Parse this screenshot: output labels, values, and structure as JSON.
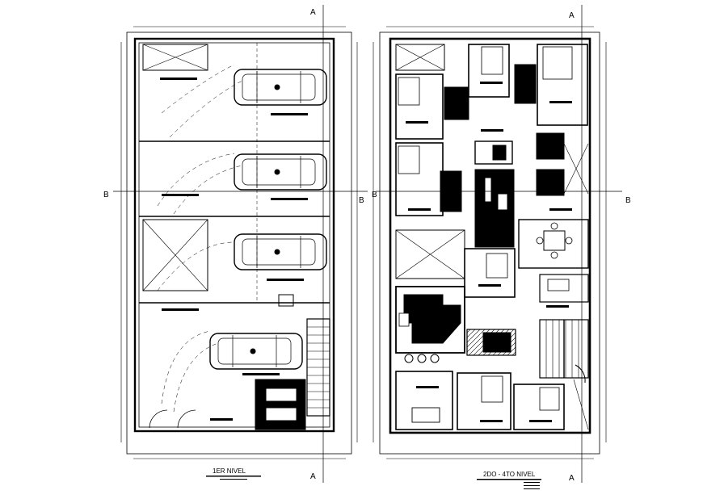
{
  "section_markers": {
    "a": "A",
    "b": "B"
  },
  "plans": [
    {
      "title": "1ER NIVEL"
    },
    {
      "title": "2DO - 4TO NIVEL"
    }
  ],
  "colors": {
    "ink": "#000000",
    "paper": "#ffffff"
  }
}
